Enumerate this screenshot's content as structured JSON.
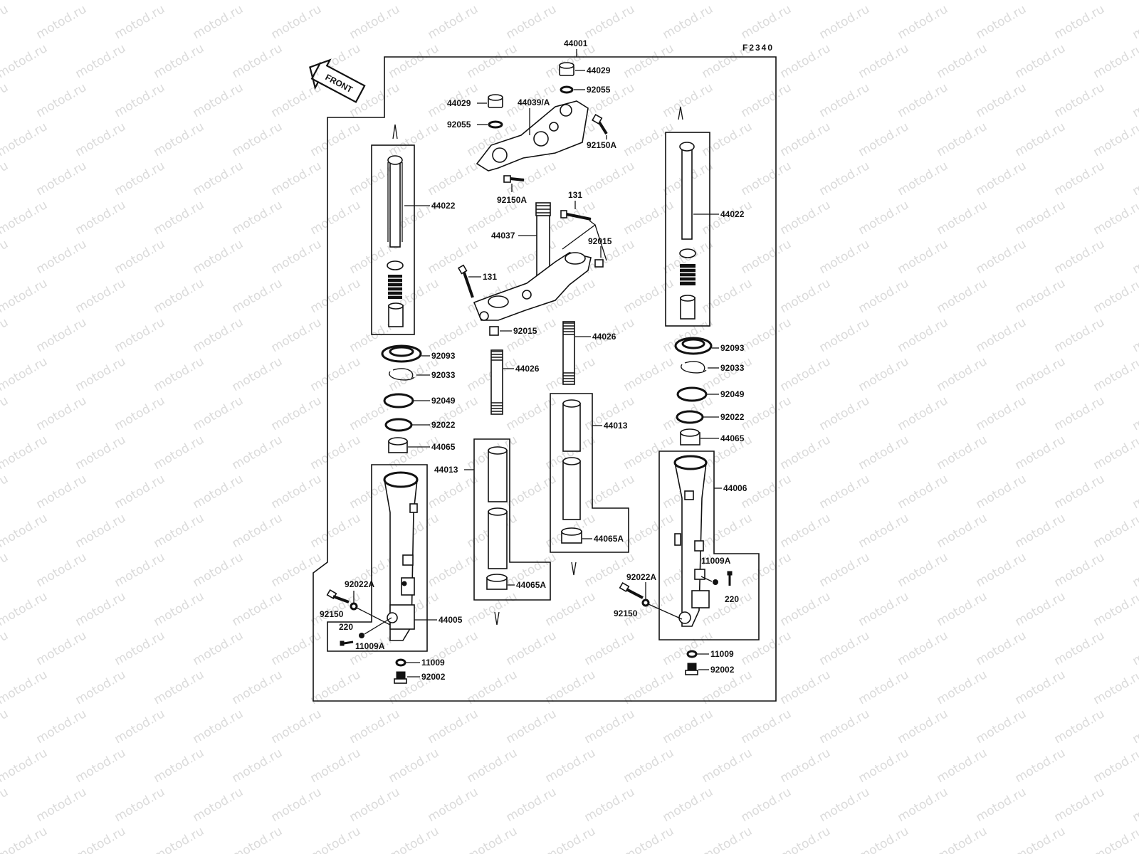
{
  "diagram": {
    "code": "F2340",
    "front_arrow": "FRONT",
    "watermark": "motod.ru",
    "assembly_number": "44001",
    "callouts": {
      "a44029": "44029",
      "a92055": "92055",
      "b44029": "44029",
      "b92055": "92055",
      "a44039": "44039/A",
      "a92150A": "92150A",
      "b92150A": "92150A",
      "a131": "131",
      "b131": "131",
      "a44037": "44037",
      "a92015": "92015",
      "b92015": "92015",
      "l44022": "44022",
      "r44022": "44022",
      "m44026a": "44026",
      "m44026b": "44026",
      "l92093": "92093",
      "r92093": "92093",
      "l92033": "92033",
      "r92033": "92033",
      "l92049": "92049",
      "r92049": "92049",
      "l92022": "92022",
      "r92022": "92022",
      "l44065": "44065",
      "r44065": "44065",
      "m44013a": "44013",
      "m44013b": "44013",
      "m44065Aa": "44065A",
      "m44065Ab": "44065A",
      "l44005": "44005",
      "r44006": "44006",
      "l92022A": "92022A",
      "r92022A": "92022A",
      "l92150": "92150",
      "r92150": "92150",
      "l220": "220",
      "r220": "220",
      "l11009A": "11009A",
      "r11009A": "11009A",
      "l11009": "11009",
      "r11009": "11009",
      "l92002": "92002",
      "r92002": "92002"
    }
  }
}
